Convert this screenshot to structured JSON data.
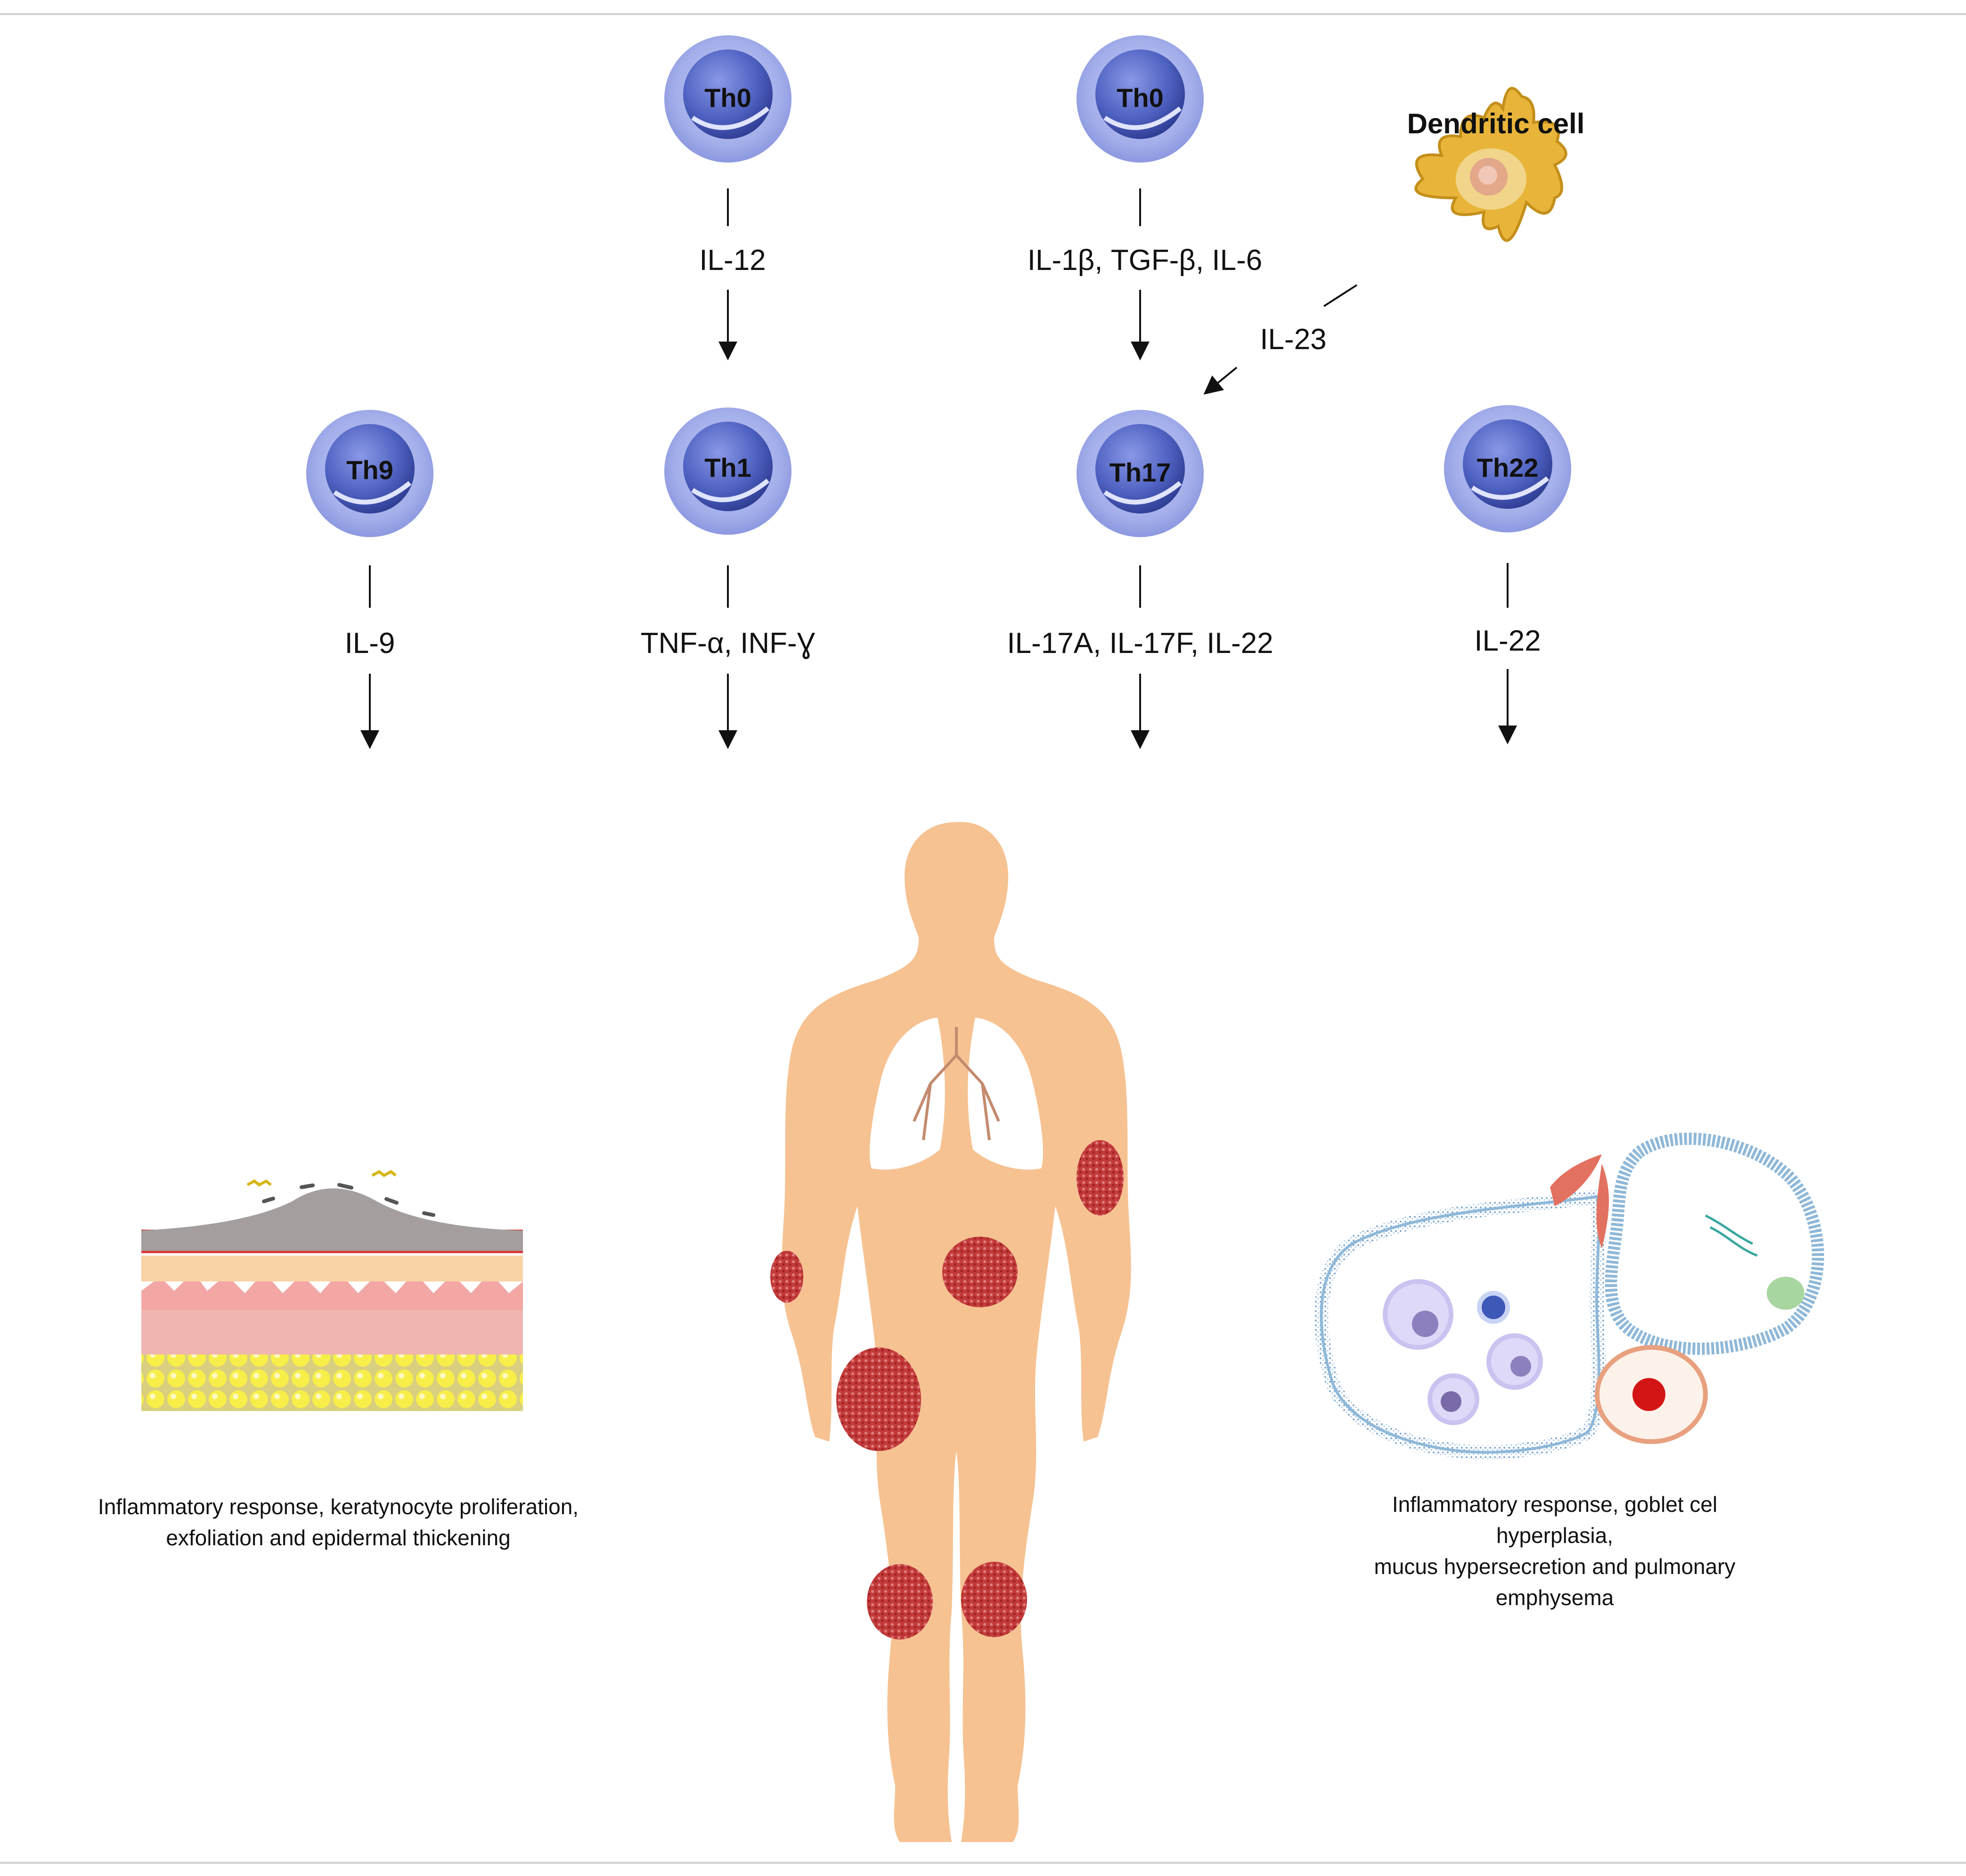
{
  "cells": {
    "th0_a": "Th0",
    "th0_b": "Th0",
    "th9": "Th9",
    "th1": "Th1",
    "th17": "Th17",
    "th22": "Th22",
    "dendritic": "Dendritic cell"
  },
  "cytokines": {
    "il12": "IL-12",
    "il1b_tgfb_il6": "IL-1β, TGF-β, IL-6",
    "il23": "IL-23",
    "il9": "IL-9",
    "tnf_inf": "TNF-α, INF-Ɣ",
    "il17_il22": "IL-17A, IL-17F, IL-22",
    "il22": "IL-22"
  },
  "captions": {
    "skin_line1": "Inflammatory response, keratynocyte proliferation,",
    "skin_line2": "exfoliation and epidermal thickening",
    "lung_line1": "Inflammatory response, goblet cel hyperplasia,",
    "lung_line2": "mucus hypersecretion and pulmonary emphysema"
  },
  "colors": {
    "cell_outer": "#a9b4ee",
    "cell_inner": "#5a6cc7",
    "cell_dark": "#2f3e96",
    "dendritic": "#e8b53a",
    "body": "#f6c292",
    "lesion": "#c23a3a",
    "lung_tissue": "#8fb8d8"
  }
}
